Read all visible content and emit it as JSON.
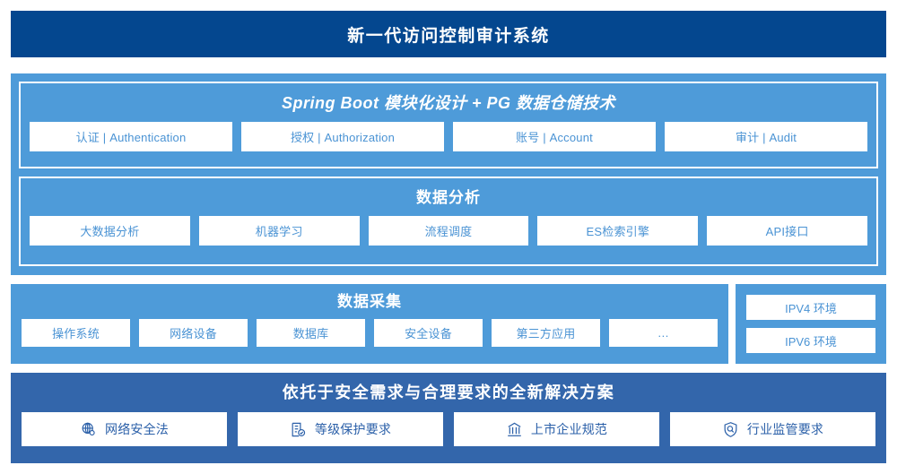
{
  "header": {
    "title": "新一代访问控制审计系统"
  },
  "upper_panel": {
    "springboot_section": {
      "title": "Spring Boot 模块化设计 + PG 数据仓储技术",
      "cards": [
        {
          "label": "认证 | Authentication"
        },
        {
          "label": "授权 | Authorization"
        },
        {
          "label": "账号 | Account"
        },
        {
          "label": "审计 | Audit"
        }
      ]
    },
    "analysis_section": {
      "title": "数据分析",
      "cards": [
        {
          "label": "大数据分析"
        },
        {
          "label": "机器学习"
        },
        {
          "label": "流程调度"
        },
        {
          "label": "ES检索引擎"
        },
        {
          "label": "API接口"
        }
      ]
    }
  },
  "collection_section": {
    "title": "数据采集",
    "cards": [
      {
        "label": "操作系统"
      },
      {
        "label": "网络设备"
      },
      {
        "label": "数据库"
      },
      {
        "label": "安全设备"
      },
      {
        "label": "第三方应用"
      },
      {
        "label": "…"
      }
    ]
  },
  "ipv_panel": {
    "cards": [
      {
        "label": "IPV4 环境"
      },
      {
        "label": "IPV6 环境"
      }
    ]
  },
  "bottom_section": {
    "title": "依托于安全需求与合理要求的全新解决方案",
    "cards": [
      {
        "label": "网络安全法",
        "icon": "globe-icon"
      },
      {
        "label": "等级保护要求",
        "icon": "document-check-icon"
      },
      {
        "label": "上市企业规范",
        "icon": "bank-icon"
      },
      {
        "label": "行业监管要求",
        "icon": "shield-search-icon"
      }
    ]
  },
  "colors": {
    "header_navy": "#04478f",
    "panel_light_blue": "#4e9bd9",
    "band_medium_blue": "#3366ab",
    "card_text_light": "#4a93d4",
    "card_text_dark": "#2a5fa8",
    "card_bg": "#ffffff"
  }
}
